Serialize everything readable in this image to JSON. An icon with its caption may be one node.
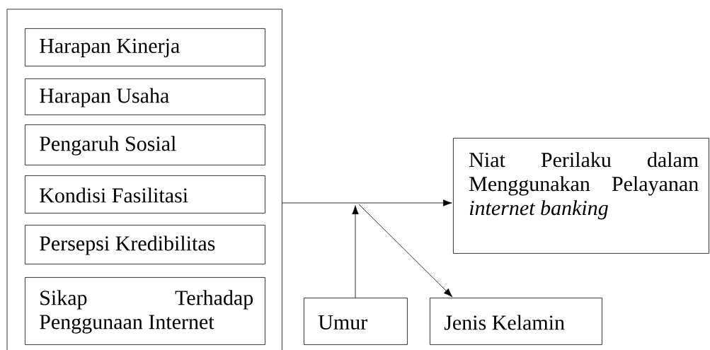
{
  "diagram": {
    "nodes": [
      {
        "text": [],
        "shape": "box"
      },
      {
        "text": [
          "Harapan Kinerja"
        ],
        "in": 0
      },
      {
        "text": [
          "Harapan Usaha"
        ],
        "in": 0
      },
      {
        "text": [
          "Pengaruh Sosial"
        ],
        "in": 0
      },
      {
        "text": [
          "Kondisi Fasilitasi"
        ],
        "in": 0
      },
      {
        "text": [
          "Persepsi Kredibilitas"
        ],
        "in": 0
      },
      {
        "text": [
          "Sikap Terhadap Penggunaan Internet"
        ],
        "in": 0
      },
      {
        "text": [
          "Niat Perilaku dalam Menggunakan Pelayanan *internet banking*"
        ]
      },
      {
        "text": [
          "Umur"
        ]
      },
      {
        "text": [
          "Jenis Kelamin"
        ]
      }
    ],
    "edges": [
      {
        "from": 0,
        "to": 7,
        "arrow": "to"
      },
      {
        "from": 8,
        "to": null,
        "arrow": "to"
      },
      {
        "from": null,
        "to": 9,
        "arrow": "to"
      }
    ]
  }
}
